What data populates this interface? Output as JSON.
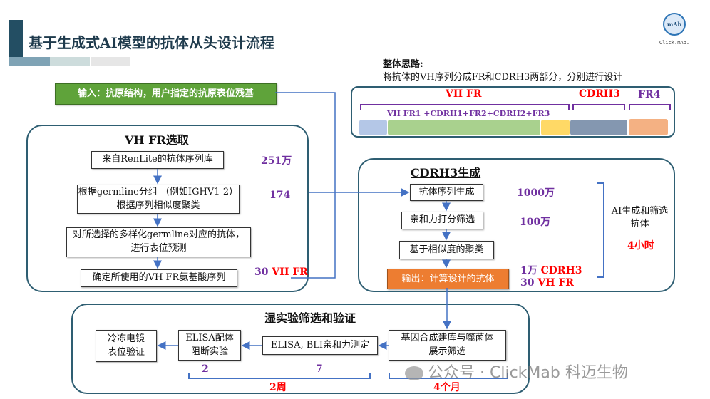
{
  "title": "基于生成式AI模型的抗体从头设计流程",
  "logo": {
    "text": "Click.mAb.",
    "badge": "mAb"
  },
  "overview": {
    "heading": "整体思路:",
    "desc": "将抗体的VH序列分成FR和CDRH3两部分，分别进行设计"
  },
  "input_label": "输入：抗原结构，用户指定的抗原表位残基",
  "segments": {
    "vh_fr": "VH FR",
    "cdrh3": "CDRH3",
    "fr4": "FR4",
    "vh_fr_detail": "VH FR1 +CDRH1+FR2+CDRH2+FR3",
    "colors": [
      "#b4c7e7",
      "#a9d18e",
      "#ffd966",
      "#8497b0",
      "#f4b183"
    ]
  },
  "vhfr": {
    "title": "VH FR选取",
    "steps": [
      "来自RenLite的抗体序列库",
      "根据germline分组 （例如IGHV1-2）\n根据序列相似度聚类",
      "对所选择的多样化germline对应的抗体，\n进行表位预测",
      "确定所使用的VH FR氨基酸序列"
    ],
    "counts": [
      "251万",
      "174"
    ],
    "result_num": "30",
    "result_unit": "VH FR"
  },
  "cdrh3": {
    "title": "CDRH3生成",
    "steps": [
      "抗体序列生成",
      "亲和力打分筛选",
      "基于相似度的聚类"
    ],
    "output": "输出：计算设计的抗体",
    "counts": [
      "1000万",
      "100万"
    ],
    "out1_num": "1万",
    "out1_unit": "CDRH3",
    "out2_num": "30",
    "out2_unit": "VH FR",
    "side_label": "AI生成和筛选\n抗体",
    "side_time": "4小时"
  },
  "wet": {
    "title": "湿实验筛选和验证",
    "steps": [
      "冷冻电镜\n表位验证",
      "ELISA配体\n阻断实验",
      "ELISA, BLI亲和力测定",
      "基因合成建库与噬菌体\n展示筛选"
    ],
    "counts": [
      "2",
      "7"
    ],
    "time1": "2周",
    "time2": "4个月"
  },
  "watermark": "公众号 · ClickMab 科迈生物"
}
